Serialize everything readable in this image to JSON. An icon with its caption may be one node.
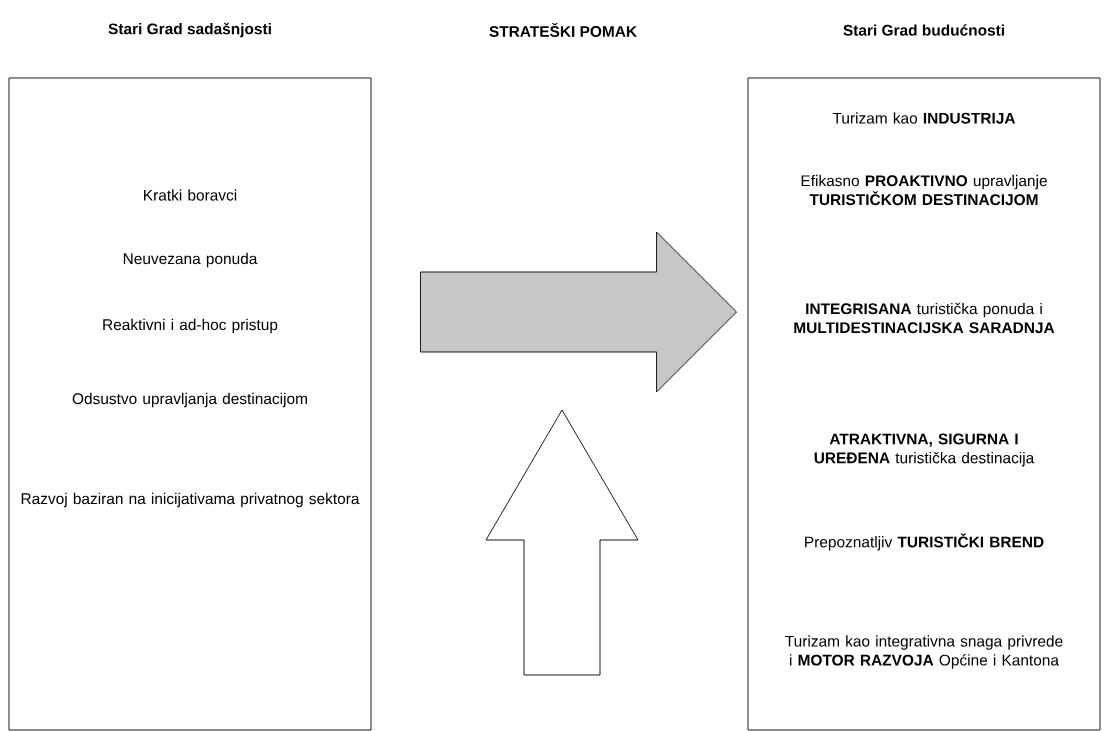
{
  "diagram": {
    "nodes": [
      {
        "text": [
          "Stari Grad sadašnjosti",
          "Kratki boravci",
          "Neuvezana ponuda",
          "Reaktivni i ad-hoc pristup",
          "Odsustvo upravljanja destinacijom",
          "Razvoj baziran na inicijativama privatnog sektora"
        ]
      },
      {
        "text": [
          "Stari Grad budućnosti",
          "Turizam kao **INDUSTRIJA**",
          "Efikasno **PROAKTIVNO** upravljanje **TURISTIČKOM DESTINACIJOM**",
          "**INTEGRISANA** turistička ponuda i **MULTIDESTINACIJSKA SARADNJA**",
          "**ATRAKTIVNA, SIGURNA I UREĐENA** turistička destinacija",
          "Prepoznatljiv **TURISTIČKI BREND**",
          "Turizam kao integrativna snaga privrede i **MOTOR RAZVOJA** Općine i Kantona"
        ]
      }
    ],
    "edges": [
      {
        "from": 0,
        "to": 1,
        "arrow": "to"
      }
    ],
    "labels": [
      "STRATEŠKI POMAK"
    ]
  }
}
